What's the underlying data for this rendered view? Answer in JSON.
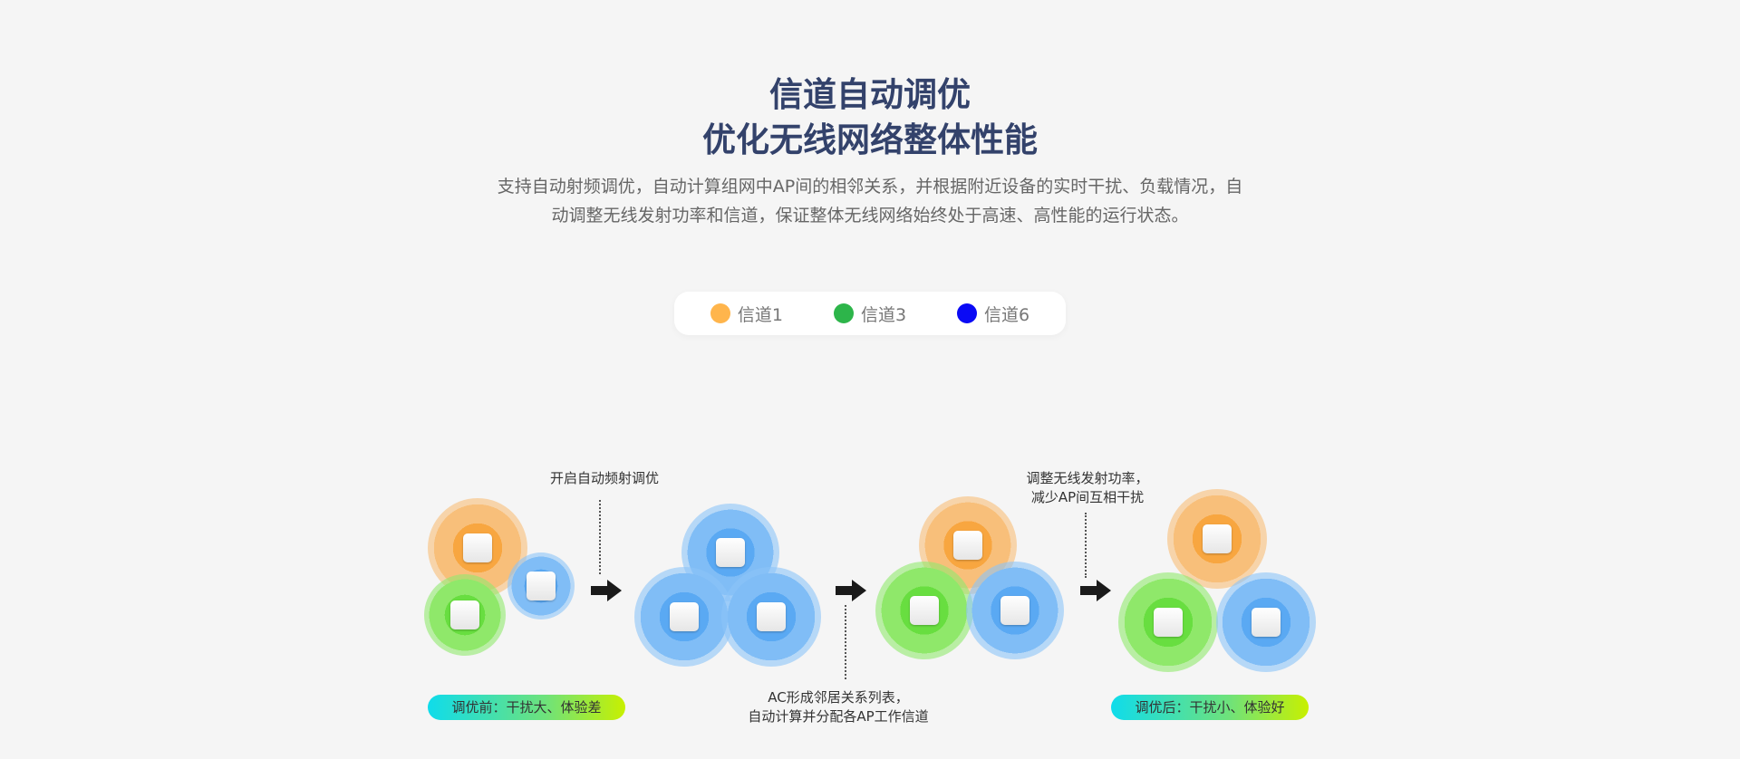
{
  "header": {
    "title_line1": "信道自动调优",
    "title_line2": "优化无线网络整体性能",
    "description": "支持自动射频调优，自动计算组网中AP间的相邻关系，并根据附近设备的实时干扰、负载情况，自动调整无线发射功率和信道，保证整体无线网络始终处于高速、高性能的运行状态。"
  },
  "legend": [
    {
      "label": "信道1",
      "color": "#ffb54c"
    },
    {
      "label": "信道3",
      "color": "#2db54a"
    },
    {
      "label": "信道6",
      "color": "#0a0af5"
    }
  ],
  "steps": {
    "step1_note": "开启自动频射调优",
    "step2_note_line1": "AC形成邻居关系列表，",
    "step2_note_line2": "自动计算并分配各AP工作信道",
    "step3_note_line1": "调整无线发射功率，",
    "step3_note_line2": "减少AP间互相干扰"
  },
  "tags": {
    "before": "调优前：干扰大、体验差",
    "after": "调优后：干扰小、体验好"
  },
  "colors": {
    "title": "#33426b",
    "channel1_ap": "#f8a640",
    "channel3_ap": "#68de40",
    "channel6_ap": "#5aa9f3"
  }
}
